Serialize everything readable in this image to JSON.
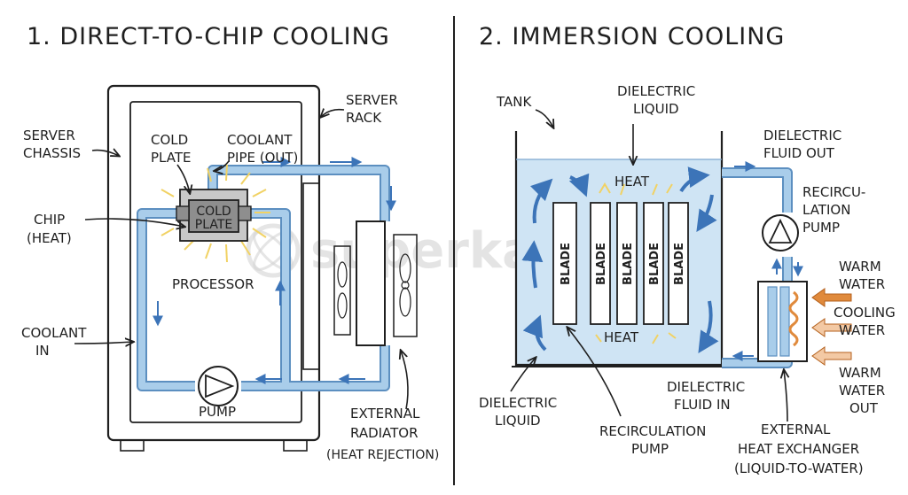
{
  "left": {
    "title": "1. DIRECT-TO-CHIP COOLING",
    "labels": {
      "server_chassis": [
        "SERVER",
        "CHASSIS"
      ],
      "server_rack": [
        "SERVER",
        "RACK"
      ],
      "cold_plate": [
        "COLD",
        "PLATE"
      ],
      "coolant_pipe": [
        "COOLANT",
        "PIPE (OUT)"
      ],
      "chip": [
        "CHIP",
        "(HEAT)"
      ],
      "cold_plate_inner": [
        "COLD",
        "PLATE"
      ],
      "processor": "PROCESSOR",
      "coolant_in": [
        "COOLANT",
        "IN"
      ],
      "pump": "PUMP",
      "external_radiator": [
        "EXTERNAL",
        "RADIATOR",
        "(HEAT REJECTION)"
      ]
    }
  },
  "right": {
    "title": "2. IMMERSION COOLING",
    "labels": {
      "tank": "TANK",
      "dielectric_liquid_top": [
        "DIELECTRIC",
        "LIQUID"
      ],
      "dielectric_fluid_out": [
        "DIELECTRIC",
        "FLUID OUT"
      ],
      "heat_top": "HEAT",
      "recirculation_pump_right": [
        "RECIRCU-",
        "LATION",
        "PUMP"
      ],
      "warm_water_in": [
        "WARM",
        "WATER"
      ],
      "cooling_water": [
        "COOLING",
        "WATER"
      ],
      "heat_bottom": "HEAT",
      "warm_water_out": [
        "WARM",
        "WATER",
        "OUT"
      ],
      "dielectric_fluid_in": [
        "DIELECTRIC",
        "FLUID IN"
      ],
      "dielectric_liquid_bottom": [
        "DIELECTRIC",
        "LIQUID"
      ],
      "recirculation_pump_bottom": [
        "RECIRCULATION",
        "PUMP"
      ],
      "external_hx": [
        "EXTERNAL",
        "HEAT EXCHANGER",
        "(LIQUID-TO-WATER)"
      ]
    },
    "blades": [
      "BLADE",
      "BLADE",
      "BLADE",
      "BLADE",
      "BLADE"
    ]
  },
  "watermark": "superkalam",
  "colors": {
    "ink": "#1f1f1f",
    "pipe": "#a9cdea",
    "pipe_edge": "#5c8fc0",
    "arrow": "#3c74b8",
    "liquid": "#cfe4f4",
    "warm": "#e08a3c",
    "heat": "#f1d264",
    "chip": "#8e8e8e"
  }
}
